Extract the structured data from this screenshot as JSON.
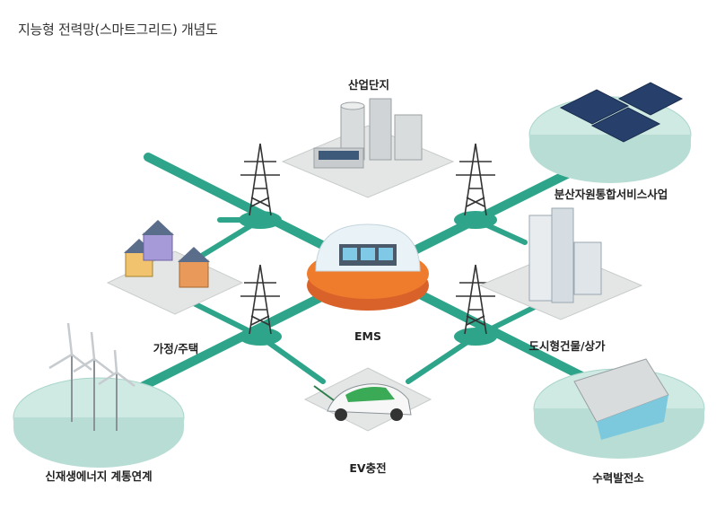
{
  "title": "지능형 전력망(스마트그리드) 개념도",
  "nodes": {
    "industrial": "산업단지",
    "distributed": "분산자원통합서비스사업",
    "home": "가정/주택",
    "ems": "EMS",
    "building": "도시형건물/상가",
    "renewable": "신재생에너지 계통연계",
    "ev": "EV충전",
    "hydro": "수력발전소"
  },
  "colors": {
    "line": "#2ea58a",
    "platform": "#e4e6e6",
    "platform_edge": "#c9cccc",
    "mint": "#cfe9e3",
    "mint_edge": "#a9d6cb",
    "ems_orange": "#ef7b2c"
  }
}
